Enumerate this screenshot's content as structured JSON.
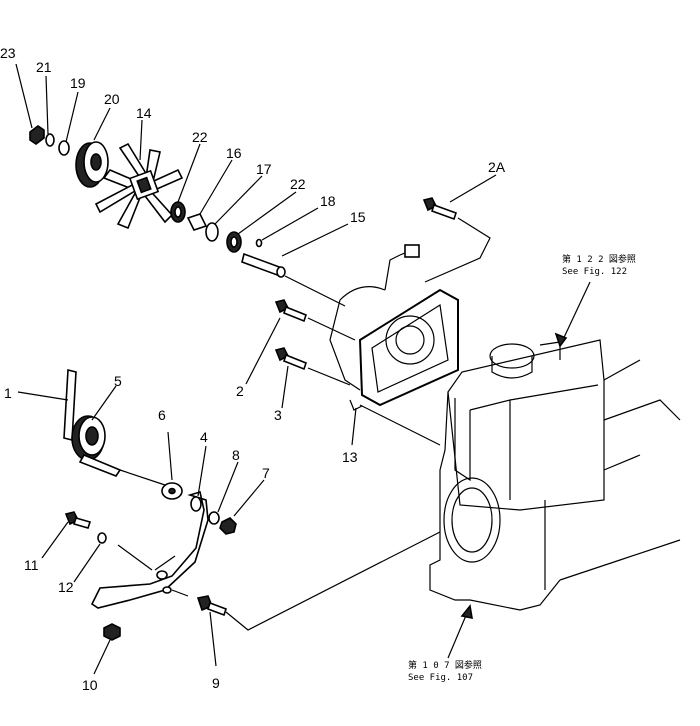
{
  "callouts": {
    "p23": "23",
    "p21": "21",
    "p19": "19",
    "p20": "20",
    "p14": "14",
    "p22a": "22",
    "p16": "16",
    "p17": "17",
    "p22b": "22",
    "p18": "18",
    "p15": "15",
    "p2A": "2A",
    "p2": "2",
    "p3": "3",
    "p13": "13",
    "p1": "1",
    "p5": "5",
    "p6": "6",
    "p4": "4",
    "p8": "8",
    "p7": "7",
    "p11": "11",
    "p12": "12",
    "p9": "9",
    "p10": "10"
  },
  "references": {
    "fig122_jp": "第 1 2 2 図参照",
    "fig122_en": "See Fig. 122",
    "fig107_jp": "第 1 0 7 図参照",
    "fig107_en": "See Fig. 107"
  }
}
